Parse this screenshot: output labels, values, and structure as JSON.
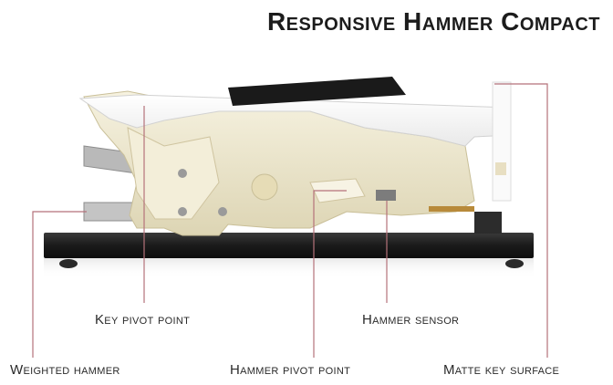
{
  "title": "Responsive Hammer Compact",
  "colors": {
    "leader_line": "#b5727a",
    "base_plate": "#1f1f1f",
    "mechanism": "#ece6cc",
    "black_key": "#1a1a1a"
  },
  "labels": {
    "key_pivot_point": "Key pivot point",
    "hammer_sensor": "Hammer sensor",
    "weighted_hammer": "Weighted hammer",
    "hammer_pivot_point": "Hammer pivot point",
    "matte_key_surface": "Matte key surface"
  }
}
